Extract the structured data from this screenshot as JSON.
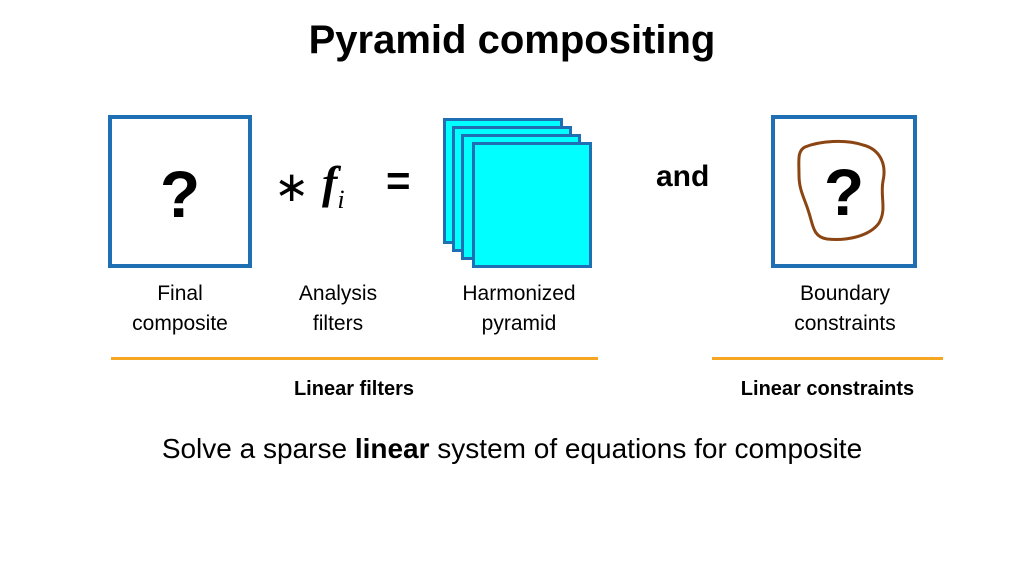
{
  "title": "Pyramid compositing",
  "equation": {
    "final_box_symbol": "?",
    "convolve_symbol": "∗",
    "filter_symbol": "f",
    "filter_subscript": "i",
    "equals_symbol": "=",
    "connector": "and",
    "boundary_box_symbol": "?"
  },
  "captions": {
    "final_line1": "Final",
    "final_line2": "composite",
    "filters_line1": "Analysis",
    "filters_line2": "filters",
    "pyramid_line1": "Harmonized",
    "pyramid_line2": "pyramid",
    "boundary_line1": "Boundary",
    "boundary_line2": "constraints"
  },
  "groups": {
    "left_label": "Linear filters",
    "right_label": "Linear constraints"
  },
  "bottom_text": {
    "before": "Solve a sparse ",
    "emphasis": "linear",
    "after": " system of equations for composite"
  },
  "colors": {
    "box_border": "#1f6fb5",
    "pyramid_fill": "#00ffff",
    "rule": "#f5a623",
    "boundary_curve": "#8b4513"
  }
}
